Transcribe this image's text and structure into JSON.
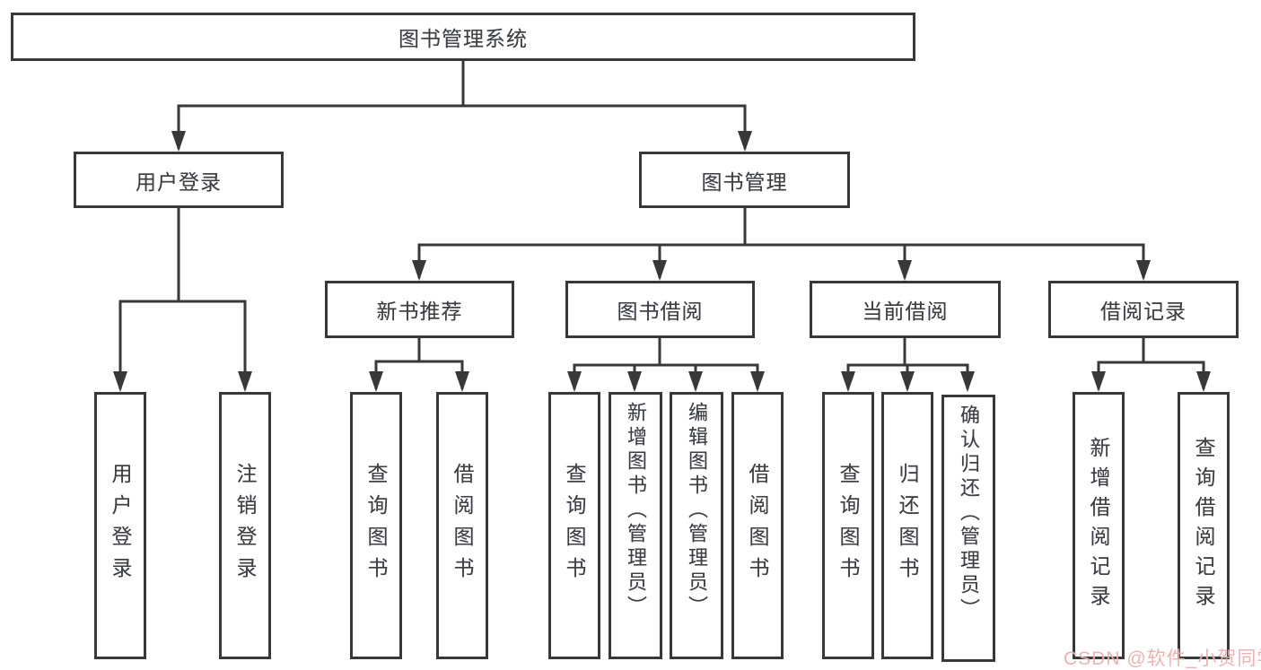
{
  "diagram_title": "图书管理系统",
  "colors": {
    "line": "#383838",
    "box_border": "#383838",
    "text": "#3f3f3f",
    "background": "#ffffff",
    "watermark": "#e7a6a6"
  },
  "nodes": {
    "system": "图书管理系统",
    "user_login": "用户登录",
    "book_mgmt": "图书管理",
    "new_book_rec": "新书推荐",
    "book_borrow": "图书借阅",
    "current_borrow": "当前借阅",
    "borrow_records": "借阅记录",
    "leaf_user_login": "用户登录",
    "leaf_logout": "注销登录",
    "leaf_rec_query_book": "查询图书",
    "leaf_rec_borrow_book": "借阅图书",
    "leaf_bb_query_book": "查询图书",
    "leaf_bb_add_book": "新增图书（管理员）",
    "leaf_bb_edit_book": "编辑图书（管理员）",
    "leaf_bb_borrow_book": "借阅图书",
    "leaf_cb_query_book": "查询图书",
    "leaf_cb_return_book": "归还图书",
    "leaf_cb_confirm_return": "确认归还（管理员）",
    "leaf_br_add_record": "新增借阅记录",
    "leaf_br_query_record": "查询借阅记录"
  },
  "tree": {
    "图书管理系统": {
      "用户登录": [
        "用户登录",
        "注销登录"
      ],
      "图书管理": {
        "新书推荐": [
          "查询图书",
          "借阅图书"
        ],
        "图书借阅": [
          "查询图书",
          "新增图书（管理员）",
          "编辑图书（管理员）",
          "借阅图书"
        ],
        "当前借阅": [
          "查询图书",
          "归还图书",
          "确认归还（管理员）"
        ],
        "借阅记录": [
          "新增借阅记录",
          "查询借阅记录"
        ]
      }
    }
  },
  "watermark": {
    "text": "CSDN @软件_小贺同学"
  }
}
